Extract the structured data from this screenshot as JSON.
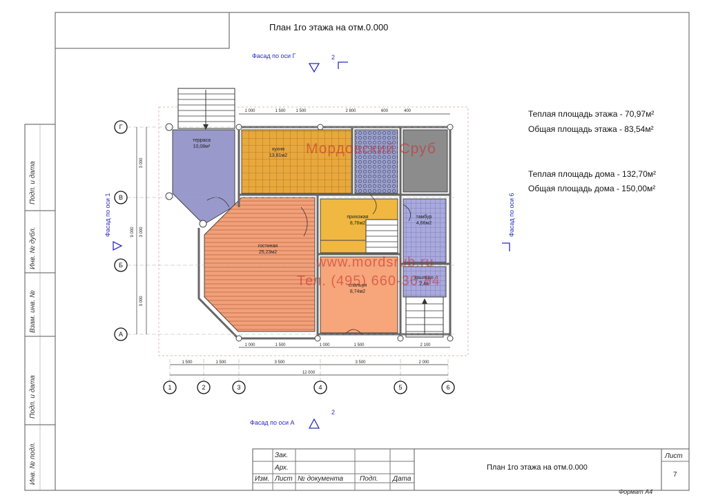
{
  "title_top": "План 1го этажа на отм.0.000",
  "areas": {
    "floor_warm": "Теплая площадь этажа - 70,97м²",
    "floor_total": "Общая площадь этажа - 83,54м²",
    "house_warm": "Теплая площадь дома - 132,70м²",
    "house_total": "Общая площадь дома - 150,00м²"
  },
  "facades": {
    "g": "Фасад по оси Г",
    "a": "Фасад по оси А",
    "one": "Фасад по оси 1",
    "six": "Фасад по оси 6",
    "mark": "2"
  },
  "side_labels": [
    "Подп. и дата",
    "Инв. № дубл.",
    "Взам. инв. №",
    "Подп. и дата",
    "Инв. № подл."
  ],
  "title_block": {
    "rows": [
      "Зак.",
      "Арх."
    ],
    "headers": [
      "Изм.",
      "Лист",
      "№ документа",
      "Подп.",
      "Дата"
    ],
    "title": "План 1го этажа на отм.0.000",
    "sheet_label": "Лист",
    "sheet_number": "7",
    "format": "Формат А4"
  },
  "watermark": {
    "name": "Мордовский Сруб",
    "site": "www.mordsrub.ru",
    "phone": "Тел. (495) 660-36-84"
  },
  "rooms": [
    {
      "name": "терраса",
      "area": "10,08м²"
    },
    {
      "name": "кухня",
      "area": "13,81м2"
    },
    {
      "name": "гостиная",
      "area": "25,23м2"
    },
    {
      "name": "прихожая",
      "area": "8,76м2"
    },
    {
      "name": "тамбур",
      "area": "4,66м2"
    },
    {
      "name": "спальня",
      "area": "8,74м2"
    },
    {
      "name": "крыльцо",
      "area": "2,48"
    }
  ],
  "axes": {
    "rows": [
      "Г",
      "В",
      "Б",
      "А"
    ],
    "cols": [
      "1",
      "2",
      "3",
      "4",
      "5",
      "6"
    ]
  },
  "dimensions": {
    "top": [
      "1 000",
      "1 500",
      "1 500",
      "2 800",
      "600",
      "400"
    ],
    "bottom": [
      "1 500",
      "1 500",
      "3 500",
      "3 500",
      "2 000"
    ],
    "bottom_inner": [
      "1 000",
      "1 500",
      "1 000",
      "1 500",
      "2 100"
    ],
    "total": "12 000",
    "left": [
      "3 000",
      "3 000",
      "3 000"
    ],
    "left_total": "9 000"
  },
  "colors": {
    "terrace": "#9999cc",
    "kitchen": "#e9a83c",
    "living": "#f2a07a",
    "hall": "#f0b840",
    "vestibule": "#a9a9dd",
    "bedroom": "#f6a67a",
    "bath": "#8c8c8c",
    "tile": "#9aa0c8",
    "blue_text": "#2b2bbf"
  }
}
